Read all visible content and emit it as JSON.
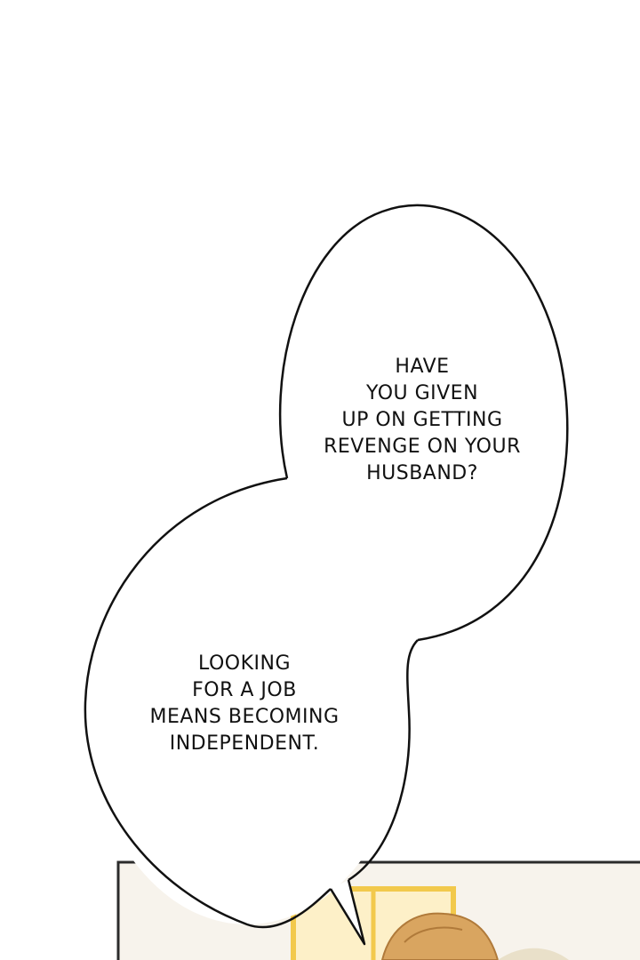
{
  "bubbles": [
    {
      "lines": [
        "HAVE",
        "YOU GIVEN",
        "UP ON GETTING",
        "REVENGE ON YOUR",
        "HUSBAND?"
      ]
    },
    {
      "lines": [
        "LOOKING",
        "FOR A JOB",
        "MEANS BECOMING",
        "INDEPENDENT."
      ]
    }
  ],
  "colors": {
    "background": "#ffffff",
    "bubble_fill": "#ffffff",
    "bubble_outline": "#111111",
    "text": "#111111",
    "panel_border": "#2b2b2b",
    "panel_background": "#f7f3ec",
    "window_frame": "#f2c94c",
    "hair": "#d9a560"
  }
}
